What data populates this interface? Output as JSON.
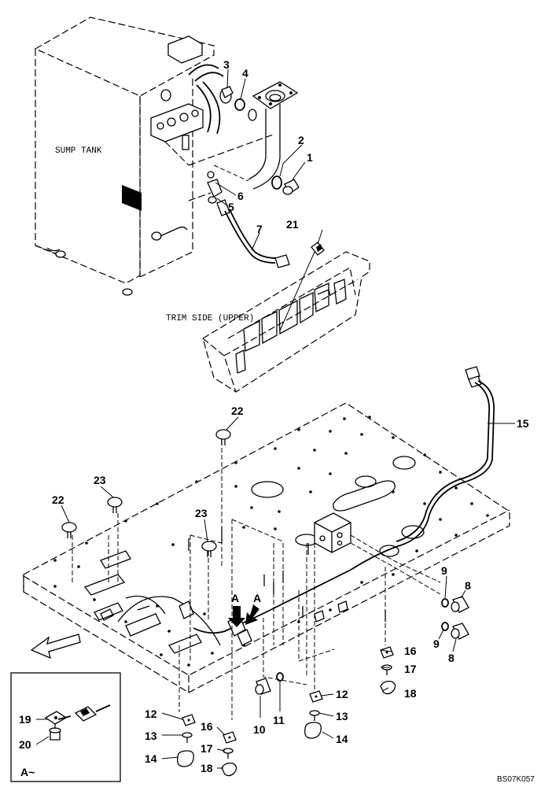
{
  "labels": {
    "sump_tank": "SUMP TANK",
    "trim_side": "TRIM SIDE (UPPER)",
    "detail_a": "A~",
    "view_a": "A",
    "drawing_code": "BS07K057"
  },
  "callouts": [
    "1",
    "2",
    "3",
    "4",
    "5",
    "6",
    "7",
    "8",
    "8",
    "9",
    "9",
    "10",
    "11",
    "12",
    "12",
    "13",
    "13",
    "14",
    "14",
    "15",
    "16",
    "16",
    "17",
    "17",
    "18",
    "18",
    "19",
    "20",
    "21",
    "22",
    "22",
    "23",
    "23"
  ]
}
